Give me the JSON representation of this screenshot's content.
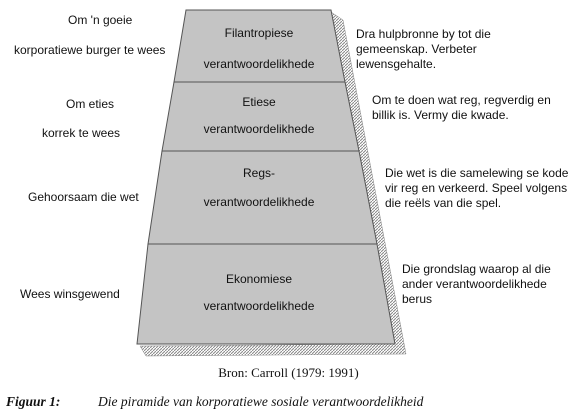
{
  "levels": [
    {
      "title": "Filantropiese",
      "subtitle": "verantwoordelikhede",
      "left_lines": [
        "Om 'n goeie",
        "korporatiewe burger te wees"
      ],
      "right_text": "Dra hulpbronne by tot die gemeenskap.  Verbeter lewensgehalte."
    },
    {
      "title": "Etiese",
      "subtitle": "verantwoordelikhede",
      "left_lines": [
        "Om eties",
        "korrek te wees"
      ],
      "right_text": "Om te doen wat reg, regverdig en billik is.  Vermy die kwade."
    },
    {
      "title": "Regs-",
      "subtitle": "verantwoordelikhede",
      "left_lines": [
        "Gehoorsaam die wet"
      ],
      "right_text": "Die wet is die samelewing se kode vir reg en verkeerd.  Speel volgens die reëls van die spel."
    },
    {
      "title": "Ekonomiese",
      "subtitle": "verantwoordelikhede",
      "left_lines": [
        "Wees winsgewend"
      ],
      "right_text": "Die grondslag waarop al die ander verantwoordelikhede berus"
    }
  ],
  "source": "Bron:  Carroll (1979: 1991)",
  "figure": {
    "number": "Figuur 1:",
    "caption": "Die piramide van korporatiewe sosiale verantwoordelikheid"
  },
  "colors": {
    "tier_fill": "#c4c4c4",
    "outline": "#555555",
    "hatch": "#888888"
  }
}
